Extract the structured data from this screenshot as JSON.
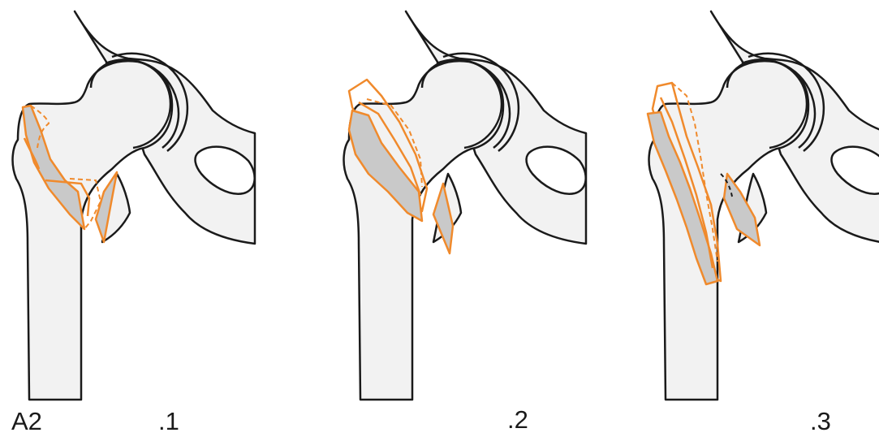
{
  "figure": {
    "group_label": "A2",
    "panels": [
      {
        "label": ".1"
      },
      {
        "label": ".2"
      },
      {
        "label": ".3"
      }
    ]
  },
  "colors": {
    "bone_fill": "#f2f2f2",
    "outline": "#1a1a1a",
    "fracture_line": "#f08a2c",
    "fragment_fill": "#c9c9c9"
  }
}
